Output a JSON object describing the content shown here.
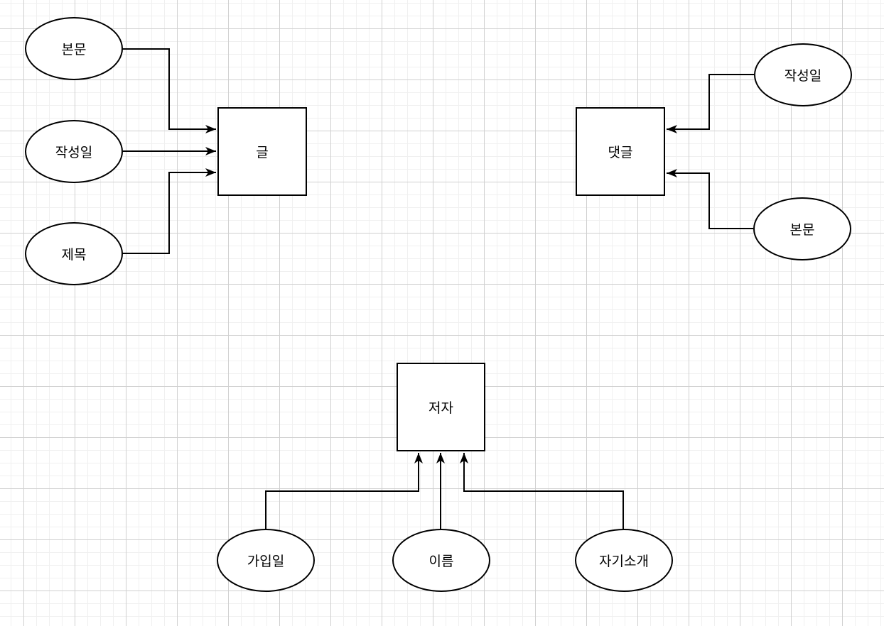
{
  "diagram": {
    "type": "entity-relationship",
    "colors": {
      "shape_fill": "#ffffff",
      "shape_stroke": "#000000",
      "text": "#000000",
      "grid_minor": "#f0f0f0",
      "grid_major": "#d0d0d0",
      "canvas_background": "#ffffff"
    },
    "nodes": {
      "post": {
        "label": "글",
        "shape": "rectangle"
      },
      "comment": {
        "label": "댓글",
        "shape": "rectangle"
      },
      "author": {
        "label": "저자",
        "shape": "rectangle"
      },
      "post_body": {
        "label": "본문",
        "shape": "ellipse"
      },
      "post_created": {
        "label": "작성일",
        "shape": "ellipse"
      },
      "post_title": {
        "label": "제목",
        "shape": "ellipse"
      },
      "comment_created": {
        "label": "작성일",
        "shape": "ellipse"
      },
      "comment_body": {
        "label": "본문",
        "shape": "ellipse"
      },
      "author_joined": {
        "label": "가입일",
        "shape": "ellipse"
      },
      "author_name": {
        "label": "이름",
        "shape": "ellipse"
      },
      "author_bio": {
        "label": "자기소개",
        "shape": "ellipse"
      }
    },
    "edges": [
      {
        "from": "post_body",
        "to": "post",
        "arrowhead": "at-entity"
      },
      {
        "from": "post_created",
        "to": "post",
        "arrowhead": "at-entity"
      },
      {
        "from": "post_title",
        "to": "post",
        "arrowhead": "at-entity"
      },
      {
        "from": "comment_created",
        "to": "comment",
        "arrowhead": "at-entity"
      },
      {
        "from": "comment_body",
        "to": "comment",
        "arrowhead": "at-entity"
      },
      {
        "from": "author_joined",
        "to": "author",
        "arrowhead": "at-entity"
      },
      {
        "from": "author_name",
        "to": "author",
        "arrowhead": "at-entity"
      },
      {
        "from": "author_bio",
        "to": "author",
        "arrowhead": "at-entity"
      }
    ]
  }
}
